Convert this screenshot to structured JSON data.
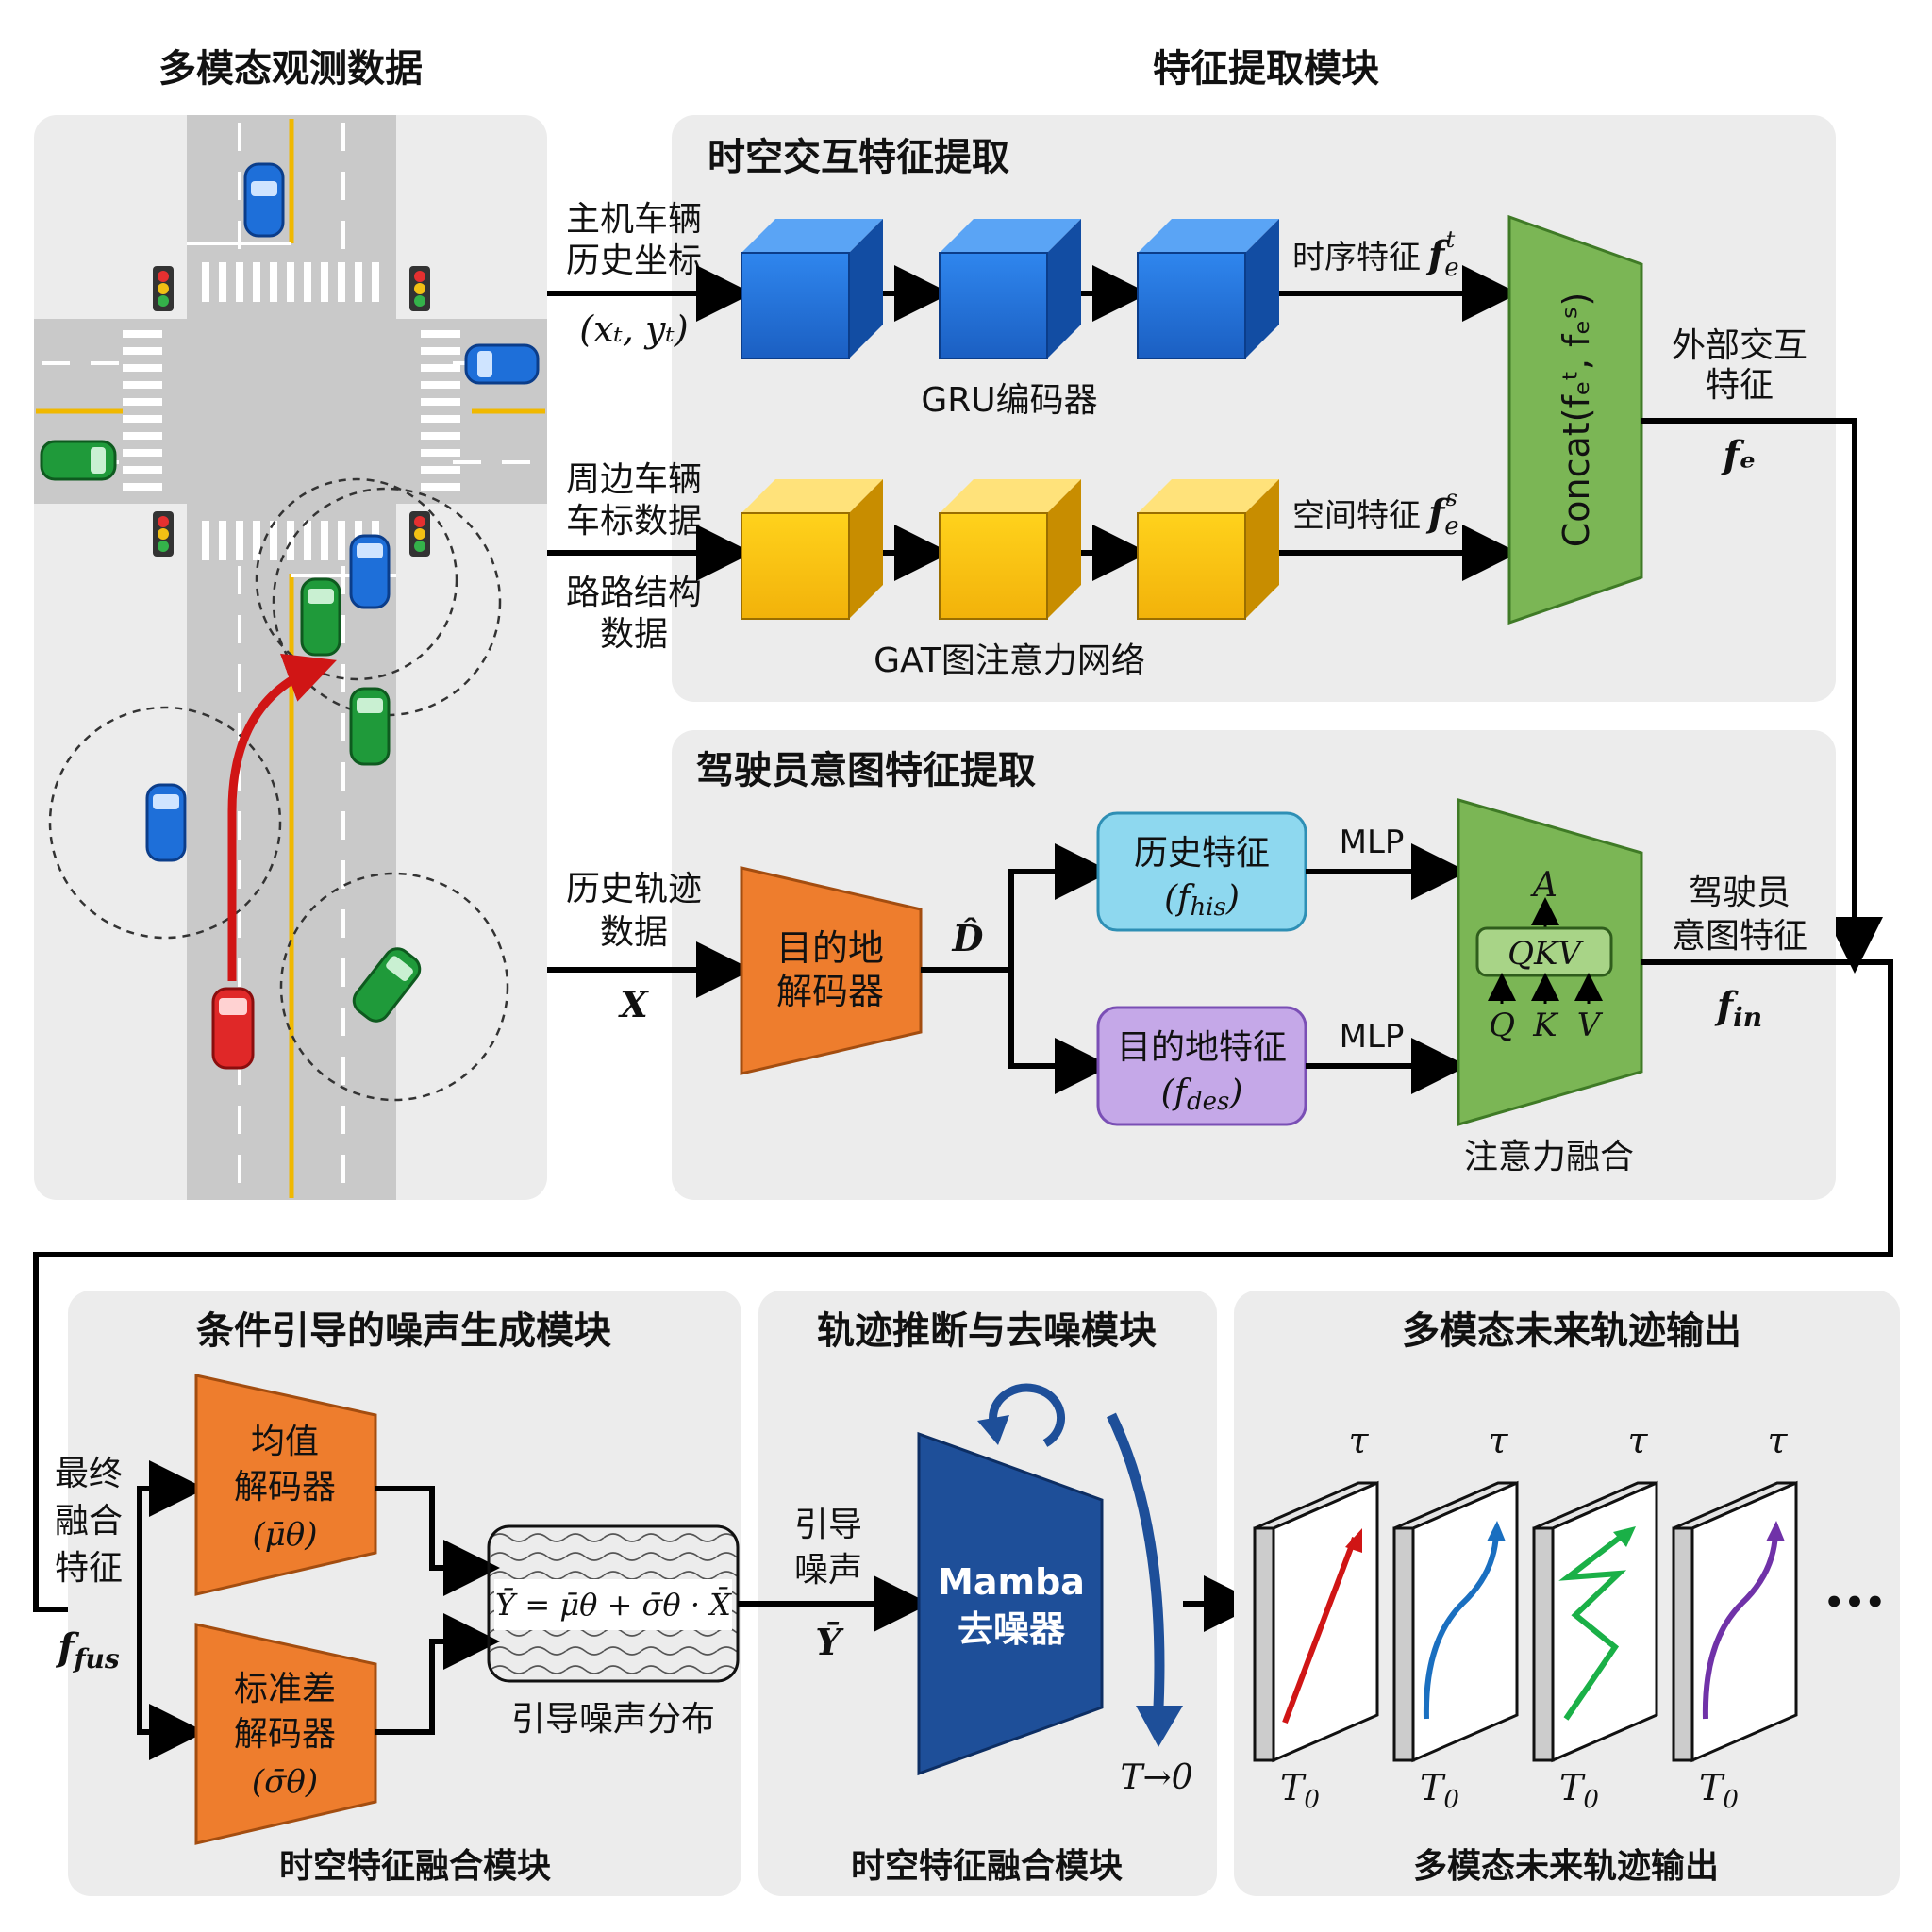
{
  "top_left_title": "多模态观测数据",
  "top_right_title": "特征提取模块",
  "st_panel": {
    "title": "时空交互特征提取",
    "input1_l1": "主机车辆",
    "input1_l2": "历史坐标",
    "input1_math": "(xₜ, yₜ)",
    "input2_l1": "周边车辆",
    "input2_l2": "车标数据",
    "input3_l1": "路路结构",
    "input3_l2": "数据",
    "gru_label": "GRU编码器",
    "gat_label": "GAT图注意力网络",
    "temporal_label": "时序特征",
    "temporal_math": "f",
    "spatial_label": "空间特征",
    "spatial_math": "f",
    "concat_label": "Concat(fₑᵗ, fₑˢ)",
    "out_l1": "外部交互",
    "out_l2": "特征",
    "out_math": "fₑ"
  },
  "intent_panel": {
    "title": "驾驶员意图特征提取",
    "input_l1": "历史轨迹",
    "input_l2": "数据",
    "input_math": "X",
    "dest_dec_l1": "目的地",
    "dest_dec_l2": "解码器",
    "d_hat": "D̂",
    "hist_l1": "历史特征",
    "hist_l2": "(f",
    "hist_sub": "his",
    "hist_close": ")",
    "dest_l1": "目的地特征",
    "dest_l2": "(f",
    "dest_sub": "des",
    "dest_close": ")",
    "mlp1": "MLP",
    "mlp2": "MLP",
    "attn_a": "A",
    "attn_qkv": "QKV",
    "attn_q": "Q",
    "attn_k": "K",
    "attn_v": "V",
    "attn_label": "注意力融合",
    "out_l1": "驾驶员",
    "out_l2": "意图特征",
    "out_math": "f",
    "out_sub": "in"
  },
  "noise_panel": {
    "title": "条件引导的噪声生成模块",
    "input_l1": "最终",
    "input_l2": "融合",
    "input_l3": "特征",
    "input_math": "f",
    "input_sub": "fus",
    "mean_l1": "均值",
    "mean_l2": "解码器",
    "mean_math": "(μ̄θ)",
    "std_l1": "标准差",
    "std_l2": "解码器",
    "std_math": "(σ̄θ)",
    "formula": "Ȳ = μ̄θ + σ̄θ · X̄",
    "dist_label": "引导噪声分布",
    "footer": "时空特征融合模块"
  },
  "denoise_panel": {
    "title": "轨迹推断与去噪模块",
    "in_l1": "引导",
    "in_l2": "噪声",
    "in_math": "Ȳ",
    "mamba_l1": "Mamba",
    "mamba_l2": "去噪器",
    "t_label": "T→0",
    "footer": "时空特征融合模块"
  },
  "output_panel": {
    "title": "多模态未来轨迹输出",
    "tau": "τ",
    "t0": "T",
    "t0_sub": "0",
    "ellipsis": "•••",
    "footer": "多模态未来轨迹输出"
  },
  "colors": {
    "panel_bg": "#ececec",
    "gru_blue": "#1f6fd6",
    "gat_yellow": "#f6be13",
    "green_block": "#7bb655",
    "orange": "#ee7d2d",
    "light_blue": "#8ed8ef",
    "lavender": "#c5a8e8",
    "mamba_blue": "#1e4f99",
    "red_arrow": "#d01515",
    "traj_red": "#d01515",
    "traj_blue": "#1a6fc0",
    "traj_green": "#1ab047",
    "traj_purple": "#7032a8"
  }
}
